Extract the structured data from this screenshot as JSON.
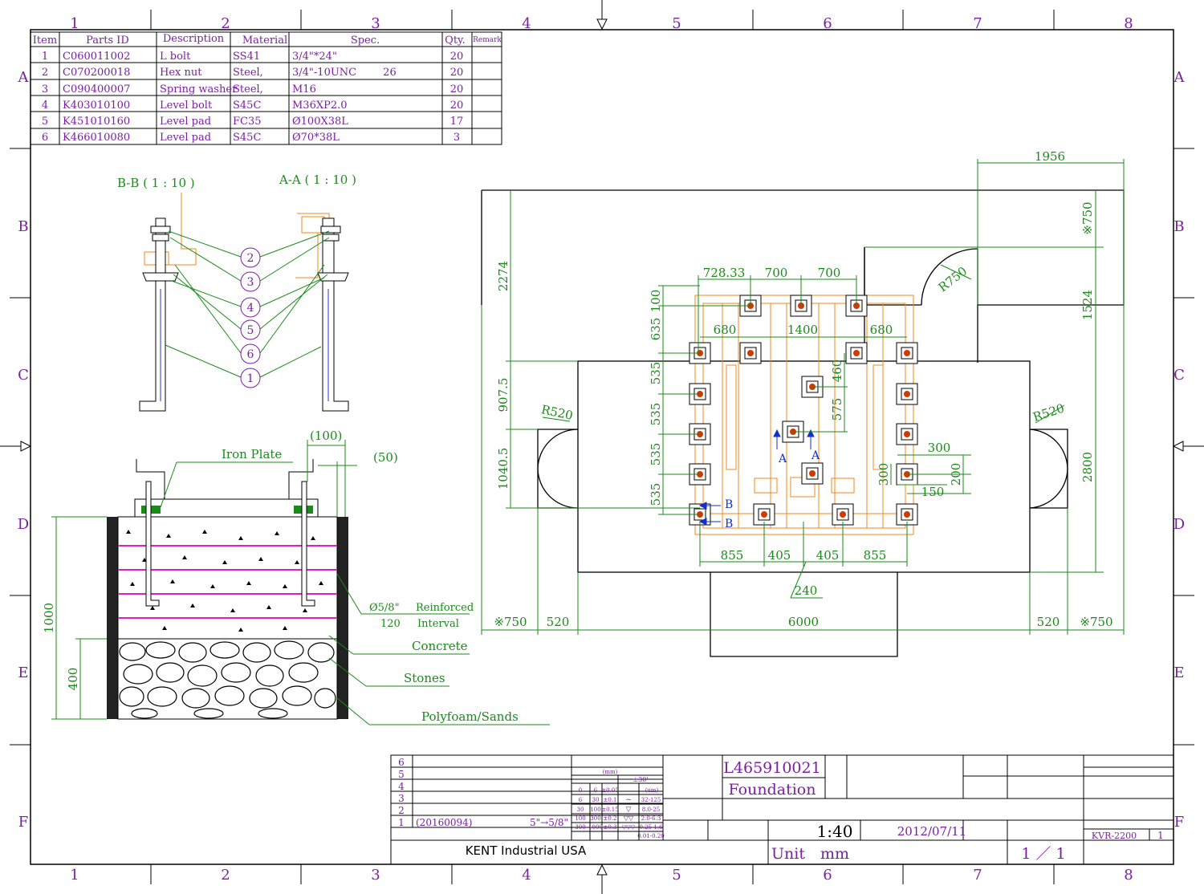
{
  "frame": {
    "col_labels": [
      "1",
      "2",
      "3",
      "4",
      "5",
      "6",
      "7",
      "8"
    ],
    "row_labels": [
      "A",
      "B",
      "C",
      "D",
      "E",
      "F"
    ]
  },
  "parts_table": {
    "headers": [
      "Item",
      "Parts ID",
      "Description",
      "Material",
      "Spec.",
      "Qty.",
      "Remark"
    ],
    "rows": [
      [
        "1",
        "C060011002",
        "L bolt",
        "SS41",
        "3/4\"*24\"",
        "20",
        ""
      ],
      [
        "2",
        "C070200018",
        "Hex nut",
        "Steel,",
        "3/4\"-10UNC        26",
        "20",
        ""
      ],
      [
        "3",
        "C090400007",
        "Spring washer",
        "Steel,",
        "M16",
        "20",
        ""
      ],
      [
        "4",
        "K403010100",
        "Level bolt",
        "S45C",
        "M36XP2.0",
        "20",
        ""
      ],
      [
        "5",
        "K451010160",
        "Level pad",
        "FC35",
        "Ø100X38L",
        "17",
        ""
      ],
      [
        "6",
        "K466010080",
        "Level pad",
        "S45C",
        "Ø70*38L",
        "3",
        ""
      ]
    ]
  },
  "section_views": {
    "bb_title": "B-B ( 1 : 10 )",
    "aa_title": "A-A ( 1 : 10 )",
    "callouts": [
      "2",
      "3",
      "4",
      "5",
      "6",
      "1"
    ]
  },
  "foundation_section": {
    "iron_plate": "Iron Plate",
    "dim_100": "(100)",
    "dim_50": "(50)",
    "rebar_1": "Ø5/8\"",
    "rebar_2": "Reinforced",
    "rebar_3": "120",
    "rebar_4": "Interval",
    "concrete": "Concrete",
    "stones": "Stones",
    "polyfoam": "Polyfoam/Sands",
    "dim_1000": "1000",
    "dim_400": "400"
  },
  "plan_dims": {
    "d1956": "1956",
    "d750a": "※750",
    "dR750": "R750",
    "d1524": "1524",
    "d2800": "2800",
    "d2274": "2274",
    "d9075": "907.5",
    "d10405": "1040.5",
    "dR520l": "R520",
    "dR520r": "R520",
    "d72833": "728.33",
    "d700a": "700",
    "d700b": "700",
    "d100": "100",
    "d635": "635",
    "d680a": "680",
    "d1400": "1400",
    "d680b": "680",
    "d460": "460",
    "d575": "575",
    "d535a": "535",
    "d535b": "535",
    "d535c": "535",
    "d535d": "535",
    "d300a": "300",
    "d300b": "300",
    "d200": "200",
    "d150": "150",
    "d855a": "855",
    "d405a": "405",
    "d405b": "405",
    "d855b": "855",
    "d240": "240",
    "d750l": "※750",
    "d520l": "520",
    "d6000": "6000",
    "d520r": "520",
    "d750r": "※750",
    "sec_a": "A",
    "sec_b": "B"
  },
  "title_block": {
    "rev_rows": [
      "6",
      "5",
      "4",
      "3",
      "2",
      "1"
    ],
    "rev_1_id": "(20160094)",
    "rev_1_desc": "5\"→5/8\"",
    "tol_mm": "(mm)",
    "tol_angle": "±30'",
    "tol_um": "(um)",
    "tol_rows": [
      [
        "0",
        "6",
        "±0.05"
      ],
      [
        "6",
        "30",
        "±0.1"
      ],
      [
        "30",
        "100",
        "±0.15"
      ],
      [
        "100",
        "300",
        "±0.2"
      ],
      [
        "300",
        "1000",
        "±0.3"
      ]
    ],
    "tol_rough": [
      "32-125",
      "8.0-25",
      "2.0-6.3",
      "0.25-1.6",
      "0.01-0.20"
    ],
    "tol_symbols": [
      "~",
      "▽",
      "▽▽",
      "▽▽▽"
    ],
    "drawing_no": "L465910021",
    "title": "Foundation",
    "scale": "1:40",
    "date": "2012/07/11",
    "unit_label": "Unit",
    "unit": "mm",
    "company": "KENT Industrial USA",
    "sheet": "1 ／ 1",
    "model": "KVR-2200",
    "model_no": "1"
  }
}
